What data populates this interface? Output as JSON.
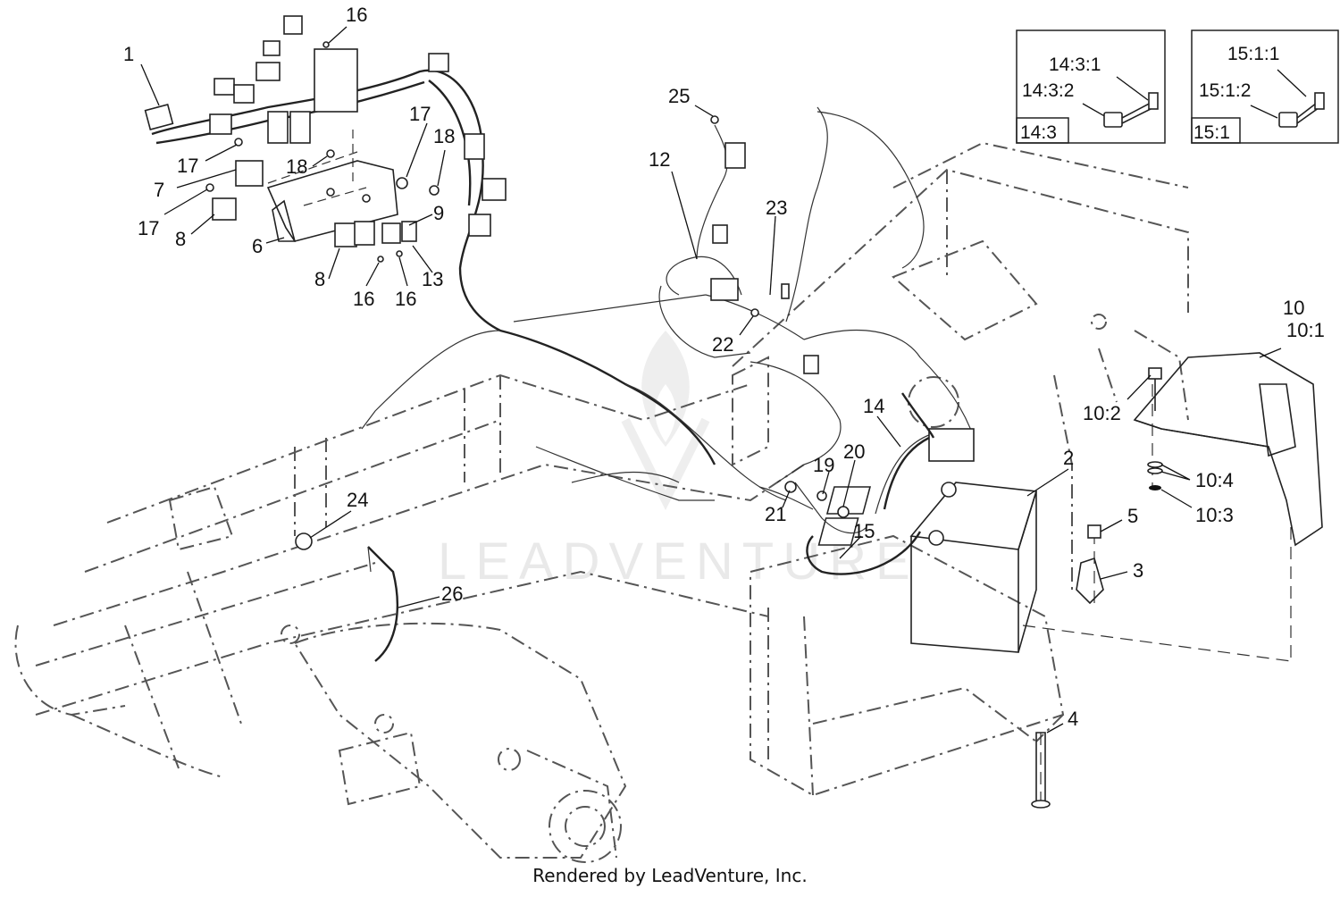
{
  "diagram": {
    "callouts": [
      {
        "id": "c1",
        "text": "1"
      },
      {
        "id": "c16a",
        "text": "16"
      },
      {
        "id": "c17a",
        "text": "17"
      },
      {
        "id": "c18a",
        "text": "18"
      },
      {
        "id": "c17b",
        "text": "17"
      },
      {
        "id": "c18b",
        "text": "18"
      },
      {
        "id": "c7",
        "text": "7"
      },
      {
        "id": "c17c",
        "text": "17"
      },
      {
        "id": "c8a",
        "text": "8"
      },
      {
        "id": "c6",
        "text": "6"
      },
      {
        "id": "c9",
        "text": "9"
      },
      {
        "id": "c8b",
        "text": "8"
      },
      {
        "id": "c16b",
        "text": "16"
      },
      {
        "id": "c16c",
        "text": "16"
      },
      {
        "id": "c13",
        "text": "13"
      },
      {
        "id": "c25",
        "text": "25"
      },
      {
        "id": "c12",
        "text": "12"
      },
      {
        "id": "c23",
        "text": "23"
      },
      {
        "id": "c22",
        "text": "22"
      },
      {
        "id": "c14",
        "text": "14"
      },
      {
        "id": "c19",
        "text": "19"
      },
      {
        "id": "c20",
        "text": "20"
      },
      {
        "id": "c21",
        "text": "21"
      },
      {
        "id": "c15",
        "text": "15"
      },
      {
        "id": "c2",
        "text": "2"
      },
      {
        "id": "c24",
        "text": "24"
      },
      {
        "id": "c26",
        "text": "26"
      },
      {
        "id": "c10",
        "text": "10"
      },
      {
        "id": "c10_1",
        "text": "10:1"
      },
      {
        "id": "c10_2",
        "text": "10:2"
      },
      {
        "id": "c10_4",
        "text": "10:4"
      },
      {
        "id": "c10_3",
        "text": "10:3"
      },
      {
        "id": "c5",
        "text": "5"
      },
      {
        "id": "c3",
        "text": "3"
      },
      {
        "id": "c4",
        "text": "4"
      }
    ],
    "insets": [
      {
        "id": "i14",
        "label_top1": "14:3:1",
        "label_top2": "14:3:2",
        "tag": "14:3"
      },
      {
        "id": "i15",
        "label_top1": "15:1:1",
        "label_top2": "15:1:2",
        "tag": "15:1"
      }
    ],
    "watermark": "LEADVENTURE",
    "footer": "Rendered by LeadVenture, Inc."
  }
}
